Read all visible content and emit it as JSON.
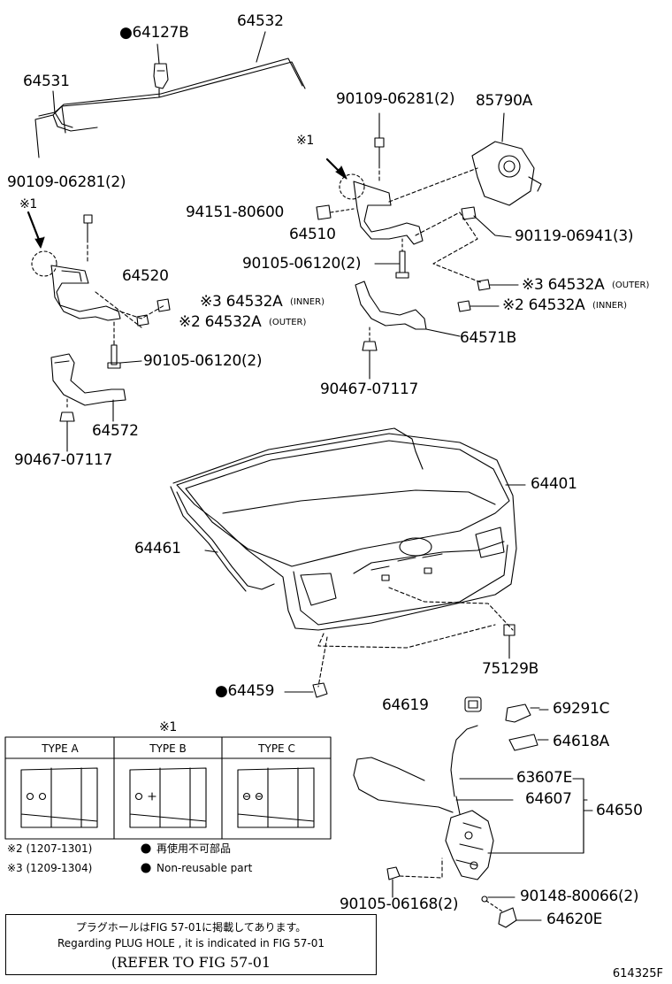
{
  "labels": {
    "p64127B": "●64127B",
    "p64532": "64532",
    "p64531": "64531",
    "p90109_left": "90109-06281(2)",
    "p90109_right": "90109-06281(2)",
    "p85790A": "85790A",
    "p94151": "94151-80600",
    "p64510": "64510",
    "p90119": "90119-06941(3)",
    "p90105_mid": "90105-06120(2)",
    "p64520": "64520",
    "p64532A_inner_left": "※3 64532A",
    "p64532A_outer_left": "※2 64532A",
    "p64532A_outer_right": "※3 64532A",
    "p64532A_inner_right": "※2 64532A",
    "p90105_left": "90105-06120(2)",
    "p64571B": "64571B",
    "p90467_right": "90467-07117",
    "p64572": "64572",
    "p90467_left": "90467-07117",
    "p64401": "64401",
    "p64461": "64461",
    "p75129B": "75129B",
    "p64459": "●64459",
    "p64619": "64619",
    "p69291C": "69291C",
    "p64618A": "64618A",
    "p63607E": "63607E",
    "p64607": "64607",
    "p64650": "64650",
    "p90148": "90148-80066(2)",
    "p90105_bottom": "90105-06168(2)",
    "p64620E": "64620E",
    "mark_left": "※1",
    "mark_right": "※1",
    "mark_table": "※1"
  },
  "sub_labels": {
    "inner_left": "(INNER)",
    "outer_left": "(OUTER)",
    "outer_right": "(OUTER)",
    "inner_right": "(INNER)"
  },
  "type_table": {
    "type_a": "TYPE A",
    "type_b": "TYPE B",
    "type_c": "TYPE C"
  },
  "notes": {
    "note2": "※2 (1207-1301)",
    "note3": "※3 (1209-1304)",
    "nonreusable_jp": "再使用不可部品",
    "nonreusable_en": "Non-reusable part"
  },
  "reference": {
    "line1": "プラグホールはFIG 57-01に掲載してあります。",
    "line2": "Regarding PLUG HOLE , it is indicated in FIG 57-01",
    "line3": "(REFER TO FIG 57-01"
  },
  "figure_id": "614325F"
}
